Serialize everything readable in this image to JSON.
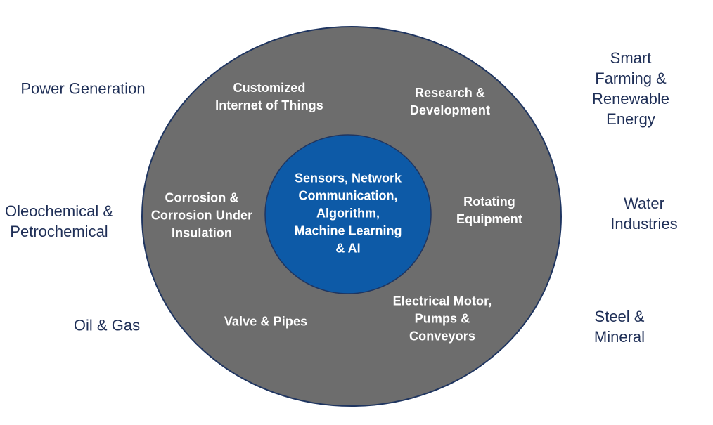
{
  "colors": {
    "outer_ring_fill": "#6d6d6d",
    "outer_ring_stroke": "#1f3560",
    "core_fill": "#0d5aa7",
    "core_stroke": "#1f3560",
    "inner_text": "#ffffff",
    "outer_text": "#1f2f57"
  },
  "core": {
    "label": "Sensors, Network\nCommunication,\nAlgorithm,\nMachine Learning\n& AI"
  },
  "ring_segments": [
    {
      "label": "Customized\nInternet of Things"
    },
    {
      "label": "Research &\nDevelopment"
    },
    {
      "label": "Corrosion &\nCorrosion Under\nInsulation"
    },
    {
      "label": "Rotating\nEquipment"
    },
    {
      "label": "Valve & Pipes"
    },
    {
      "label": "Electrical Motor,\nPumps &\nConveyors"
    }
  ],
  "industries": [
    {
      "label": "Power Generation"
    },
    {
      "label": "Smart Farming &\nRenewable Energy"
    },
    {
      "label": "Oleochemical &\nPetrochemical"
    },
    {
      "label": "Water Industries"
    },
    {
      "label": "Oil & Gas"
    },
    {
      "label": "Steel & Mineral"
    }
  ]
}
